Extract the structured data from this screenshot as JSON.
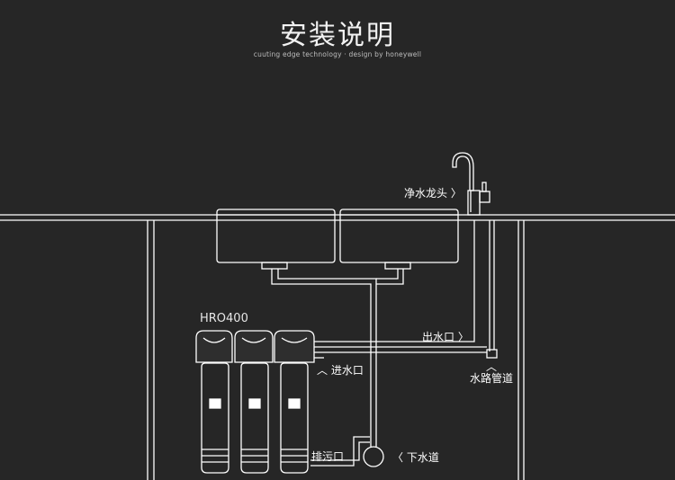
{
  "header": {
    "title": "安装说明",
    "subtitle": "cuuting edge technology · design by honeywell"
  },
  "diagram": {
    "model": "HRO400",
    "labels": {
      "faucet": "净水龙头",
      "outlet": "出水口",
      "inlet": "进水口",
      "pipe": "水路管道",
      "drain_out": "排污口",
      "sewer": "下水道"
    },
    "markers": {
      "arrow_right": "〉",
      "arrow_left": "〈",
      "arrow_up": "︿"
    },
    "colors": {
      "background": "#262626",
      "line": "#ffffff",
      "filter_fill": "#2e2e2e"
    }
  }
}
